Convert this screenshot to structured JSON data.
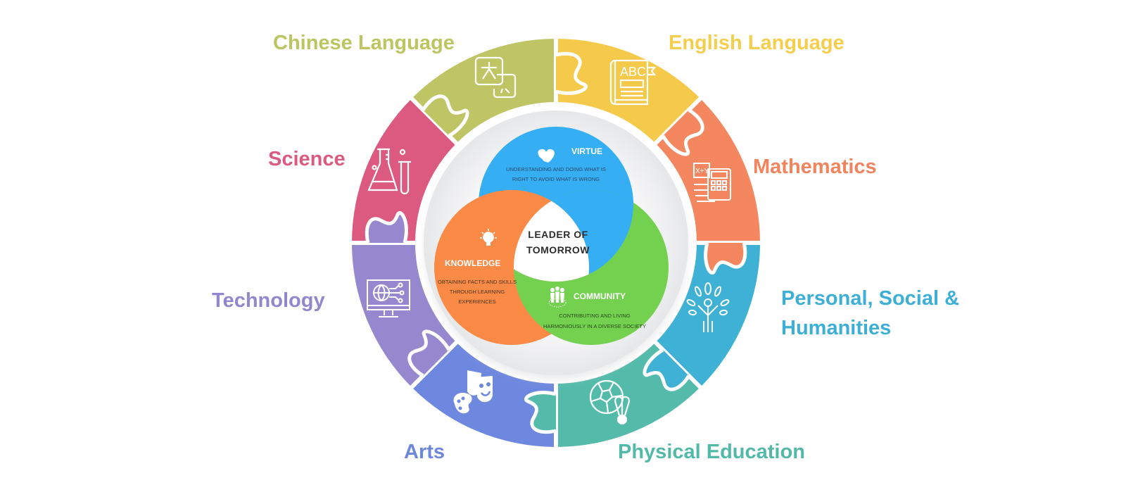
{
  "diagram": {
    "center": {
      "title_line1": "LEADER OF",
      "title_line2": "TOMORROW"
    },
    "values": [
      {
        "key": "virtue",
        "title": "VIRTUE",
        "icon": "heart-hands-icon",
        "color": "#36AEF4",
        "desc_line1": "UNDERSTANDING AND DOING WHAT IS",
        "desc_line2": "RIGHT TO AVOID WHAT IS WRONG"
      },
      {
        "key": "knowledge",
        "title": "KNOWLEDGE",
        "icon": "lightbulb-brain-icon",
        "color": "#FA8A46",
        "desc_line1": "OBTAINING FACTS AND SKILLS",
        "desc_line2": "THROUGH LEARNING",
        "desc_line3": "EXPERIENCES"
      },
      {
        "key": "community",
        "title": "COMMUNITY",
        "icon": "people-group-icon",
        "color": "#74D150",
        "desc_line1": "CONTRIBUTING AND LIVING",
        "desc_line2": "HARMONIOUSLY IN A DIVERSE SOCIETY"
      }
    ],
    "subjects": [
      {
        "key": "english",
        "label": "English Language",
        "icon": "abc-book-icon",
        "color": "#F5C94A",
        "label_color": "#F6CE4E"
      },
      {
        "key": "mathematics",
        "label": "Mathematics",
        "icon": "calculator-icon",
        "color": "#F4875F",
        "label_color": "#F1845E"
      },
      {
        "key": "psh",
        "label_line1": "Personal, Social &",
        "label_line2": "Humanities",
        "icon": "person-tree-icon",
        "color": "#3EB1D5",
        "label_color": "#3DAFD6"
      },
      {
        "key": "pe",
        "label": "Physical Education",
        "icon": "ball-shuttlecock-icon",
        "color": "#54BBAA",
        "label_color": "#52B9A8"
      },
      {
        "key": "arts",
        "label": "Arts",
        "icon": "masks-palette-icon",
        "color": "#6F88DF",
        "label_color": "#6C87DD"
      },
      {
        "key": "technology",
        "label": "Technology",
        "icon": "globe-monitor-icon",
        "color": "#9588CF",
        "label_color": "#9286CC"
      },
      {
        "key": "science",
        "label": "Science",
        "icon": "flask-icon",
        "color": "#DC5A80",
        "label_color": "#DB5A7F"
      },
      {
        "key": "chinese",
        "label": "Chinese Language",
        "icon": "translate-icon",
        "color": "#BFC564",
        "label_color": "#BCC55F"
      }
    ]
  }
}
